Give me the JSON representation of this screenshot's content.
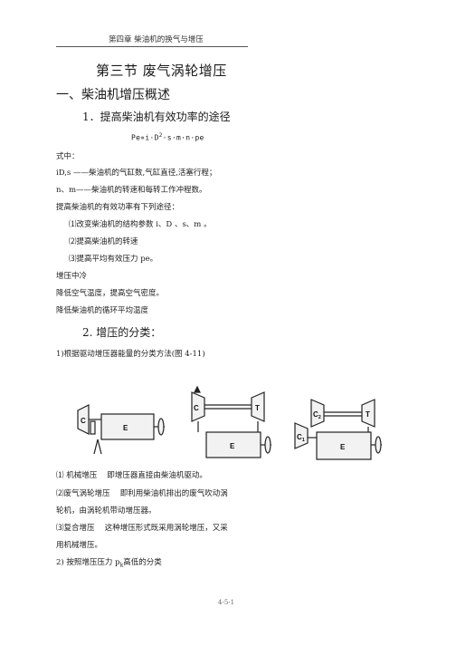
{
  "header": {
    "chapter": "第四章 柴油机的换气与增压"
  },
  "section_title": "第三节 废气涡轮增压",
  "heading_1": "一、柴油机增压概述",
  "heading_1_1": "1．提高柴油机有效功率的途径",
  "formula": {
    "main": "Pe∝i·D",
    "sup": "2",
    "rest": "·s·m·n·pe"
  },
  "lines": {
    "where": "式中：",
    "def1": "iD,s ——柴油机的气缸数,气缸直径,活塞行程；",
    "def2": "n、m——柴油机的转速和每转工作冲程数。",
    "ways_intro": "提高柴油机的有效功率有下列途径：",
    "way1": "⑴改变柴油机的结构参数 i、D 、s、m 。",
    "way2": "⑵提高柴油机的转速",
    "way3": "⑶提高平均有效压力 pe。",
    "intercool": "增压中冷",
    "cool1": "降低空气温度，提高空气密度。",
    "cool2": "降低柴油机的循环平均温度"
  },
  "heading_2": "2. 增压的分类：",
  "class1": "1)根据驱动增压器能量的分类方法(图 4-11)",
  "figure": {
    "diagram1": {
      "c_label": "C",
      "e_label": "E"
    },
    "diagram2": {
      "c_label": "C",
      "t_label": "T",
      "e_label": "E"
    },
    "diagram3": {
      "c2_label": "C",
      "c2_sub": "2",
      "c1_label": "C",
      "c1_sub": "1",
      "t_label": "T",
      "e_label": "E"
    }
  },
  "items": {
    "mech": "⑴ 机械增压　 即增压器直接由柴油机驱动。",
    "exhaust_a": "⑵废气涡轮增压　 即利用柴油机排出的废气吹动涡",
    "exhaust_b": "轮机，由涡轮机带动增压器。",
    "compound_a": "⑶复合增压　 这种增压形式既采用涡轮增压，又采",
    "compound_b": "用机械增压。",
    "class2": "2) 按照增压压力 p",
    "class2_sub": "k",
    "class2_rest": "高低的分类"
  },
  "footer": "4-5-1"
}
